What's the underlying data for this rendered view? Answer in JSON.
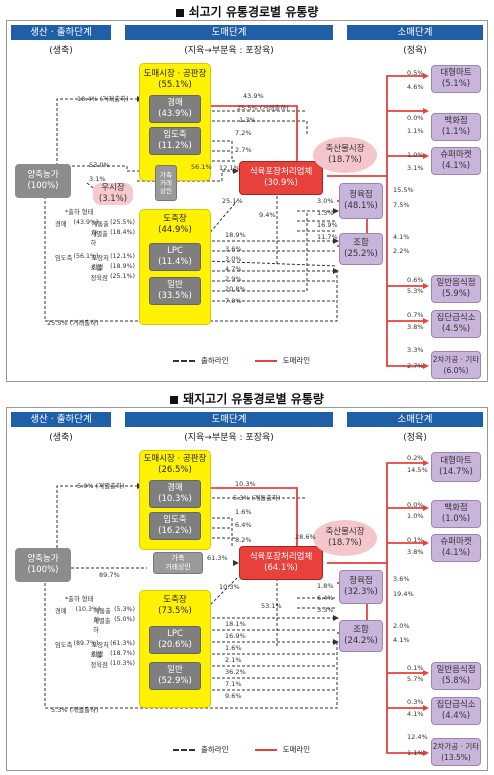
{
  "beef": {
    "title": "쇠고기 유통경로별 유통량",
    "stages": [
      "생산 · 출하단계",
      "도매단계",
      "소매단계"
    ],
    "substages": [
      "(생축)",
      "(지육→부분육 : 포장육)",
      "(정육)"
    ],
    "farm": {
      "label": "양축농가",
      "value": "(100%)"
    },
    "wholesale_market": {
      "label": "도매시장 · 공판장",
      "value": "(55.1%)"
    },
    "auction": {
      "label": "경매",
      "value": "(43.9%)"
    },
    "slaughter_share": {
      "label": "임도축",
      "value": "(11.2%)"
    },
    "collector": {
      "label": "우시장",
      "value": "(3.1%)"
    },
    "dealer": {
      "label": "가축\n거래\n상인"
    },
    "abattoir": {
      "label": "도축장",
      "value": "(44.9%)"
    },
    "lpc": {
      "label": "LPC",
      "value": "(11.4%)"
    },
    "general": {
      "label": "일반",
      "value": "(33.5%)"
    },
    "processor": {
      "label": "식육포장처리업체",
      "value": "(30.9%)"
    },
    "livestock_store": {
      "label": "축산물시장",
      "value": "(18.7%)"
    },
    "meat_shop": {
      "label": "정육점",
      "value": "(48.1%)"
    },
    "coop": {
      "label": "조합",
      "value": "(25.2%)"
    },
    "retail": [
      {
        "label": "대형마트",
        "value": "(5.1%)"
      },
      {
        "label": "백화점",
        "value": "(1.1%)"
      },
      {
        "label": "슈퍼마켓",
        "value": "(4.1%)"
      },
      {
        "label": "일반음식점",
        "value": "(5.9%)"
      },
      {
        "label": "집단급식소",
        "value": "(4.5%)"
      },
      {
        "label": "2차가공 · 기타",
        "value": "(6.0%)"
      }
    ],
    "notes": [
      "18.4% (거래출하)",
      "53.0%",
      "3.1%",
      "56.1%",
      "43.9%",
      "25.5% (거래출하)",
      "25.5% (거래출하)"
    ],
    "table_title": "*출하 형태",
    "table": [
      [
        "경매",
        "(43.9%)",
        "계통출하",
        "(25.5%)"
      ],
      [
        "",
        "",
        "개별출하",
        "(18.4%)"
      ],
      [
        "임도축",
        "(56.1%)",
        "포장처리업",
        "(12.1%)"
      ],
      [
        "",
        "",
        "조합",
        "(18.9%)"
      ],
      [
        "",
        "",
        "정육점",
        "(25.1%)"
      ]
    ],
    "flows": [
      "1.3%",
      "7.2%",
      "2.7%",
      "12.1%",
      "25.1%",
      "9.4%",
      "18.9%",
      "3.6%",
      "3.0%",
      "4.7%",
      "2.9%",
      "20.8%",
      "7.0%",
      "0.5%",
      "4.6%",
      "0.0%",
      "1.1%",
      "1.0%",
      "3.1%",
      "15.5%",
      "7.5%",
      "4.1%",
      "2.2%",
      "0.6%",
      "5.3%",
      "0.7%",
      "3.8%",
      "3.3%",
      "2.7%",
      "3.0%",
      "1.3%",
      "16.9%",
      "11.7%"
    ],
    "legend": [
      "출하라인",
      "도매라인"
    ]
  },
  "pork": {
    "title": "돼지고기 유통경로별 유통량",
    "stages": [
      "생산 · 출하단계",
      "도매단계",
      "소매단계"
    ],
    "substages": [
      "(생축)",
      "(지육→부분육 : 포장육)",
      "(정육)"
    ],
    "farm": {
      "label": "양축농가",
      "value": "(100%)"
    },
    "wholesale_market": {
      "label": "도매시장 · 공판장",
      "value": "(26.5%)"
    },
    "auction": {
      "label": "경매",
      "value": "(10.3%)"
    },
    "slaughter_share": {
      "label": "임도축",
      "value": "(16.2%)"
    },
    "dealer": {
      "label": "가축\n거래상인"
    },
    "abattoir": {
      "label": "도축장",
      "value": "(73.5%)"
    },
    "lpc": {
      "label": "LPC",
      "value": "(20.6%)"
    },
    "general": {
      "label": "일반",
      "value": "(52.9%)"
    },
    "processor": {
      "label": "식육포장처리업체",
      "value": "(64.1%)"
    },
    "livestock_store": {
      "label": "축산물시장",
      "value": "(18.7%)"
    },
    "meat_shop": {
      "label": "정육점",
      "value": "(32.3%)"
    },
    "coop": {
      "label": "조합",
      "value": "(24.2%)"
    },
    "retail": [
      {
        "label": "대형마트",
        "value": "(14.7%)"
      },
      {
        "label": "백화점",
        "value": "(1.0%)"
      },
      {
        "label": "슈퍼마켓",
        "value": "(4.1%)"
      },
      {
        "label": "일반음식점",
        "value": "(5.8%)"
      },
      {
        "label": "집단급식소",
        "value": "(4.4%)"
      },
      {
        "label": "2차가공 · 기타",
        "value": "(13.5%)"
      }
    ],
    "notes": [
      "5.0% (개별출하)",
      "89.7%",
      "61.3%",
      "5.3% (개별출하)"
    ],
    "table_title": "*출하 형태",
    "table": [
      [
        "경매",
        "(10.3%)",
        "계통출하",
        "(5.3%)"
      ],
      [
        "",
        "",
        "개별출하",
        "(5.0%)"
      ],
      [
        "임도축",
        "(89.7%)",
        "포장처리업",
        "(61.3%)"
      ],
      [
        "",
        "",
        "조합",
        "(18.7%)"
      ],
      [
        "",
        "",
        "정육점",
        "(10.3%)"
      ]
    ],
    "flows": [
      "10.3%",
      "5.3% (계통출하)",
      "1.6%",
      "6.4%",
      "8.2%",
      "28.6%",
      "10.3%",
      "53.1%",
      "18.1%",
      "16.9%",
      "1.6%",
      "2.1%",
      "36.2%",
      "7.1%",
      "9.6%",
      "0.2%",
      "14.5%",
      "0.0%",
      "1.0%",
      "0.1%",
      "3.8%",
      "3.6%",
      "19.4%",
      "2.0%",
      "4.1%",
      "0.1%",
      "5.7%",
      "0.3%",
      "4.1%",
      "12.4%",
      "1.1%",
      "1.8%",
      "6.4%",
      "3.3%"
    ],
    "legend": [
      "출하라인",
      "도매라인"
    ]
  }
}
